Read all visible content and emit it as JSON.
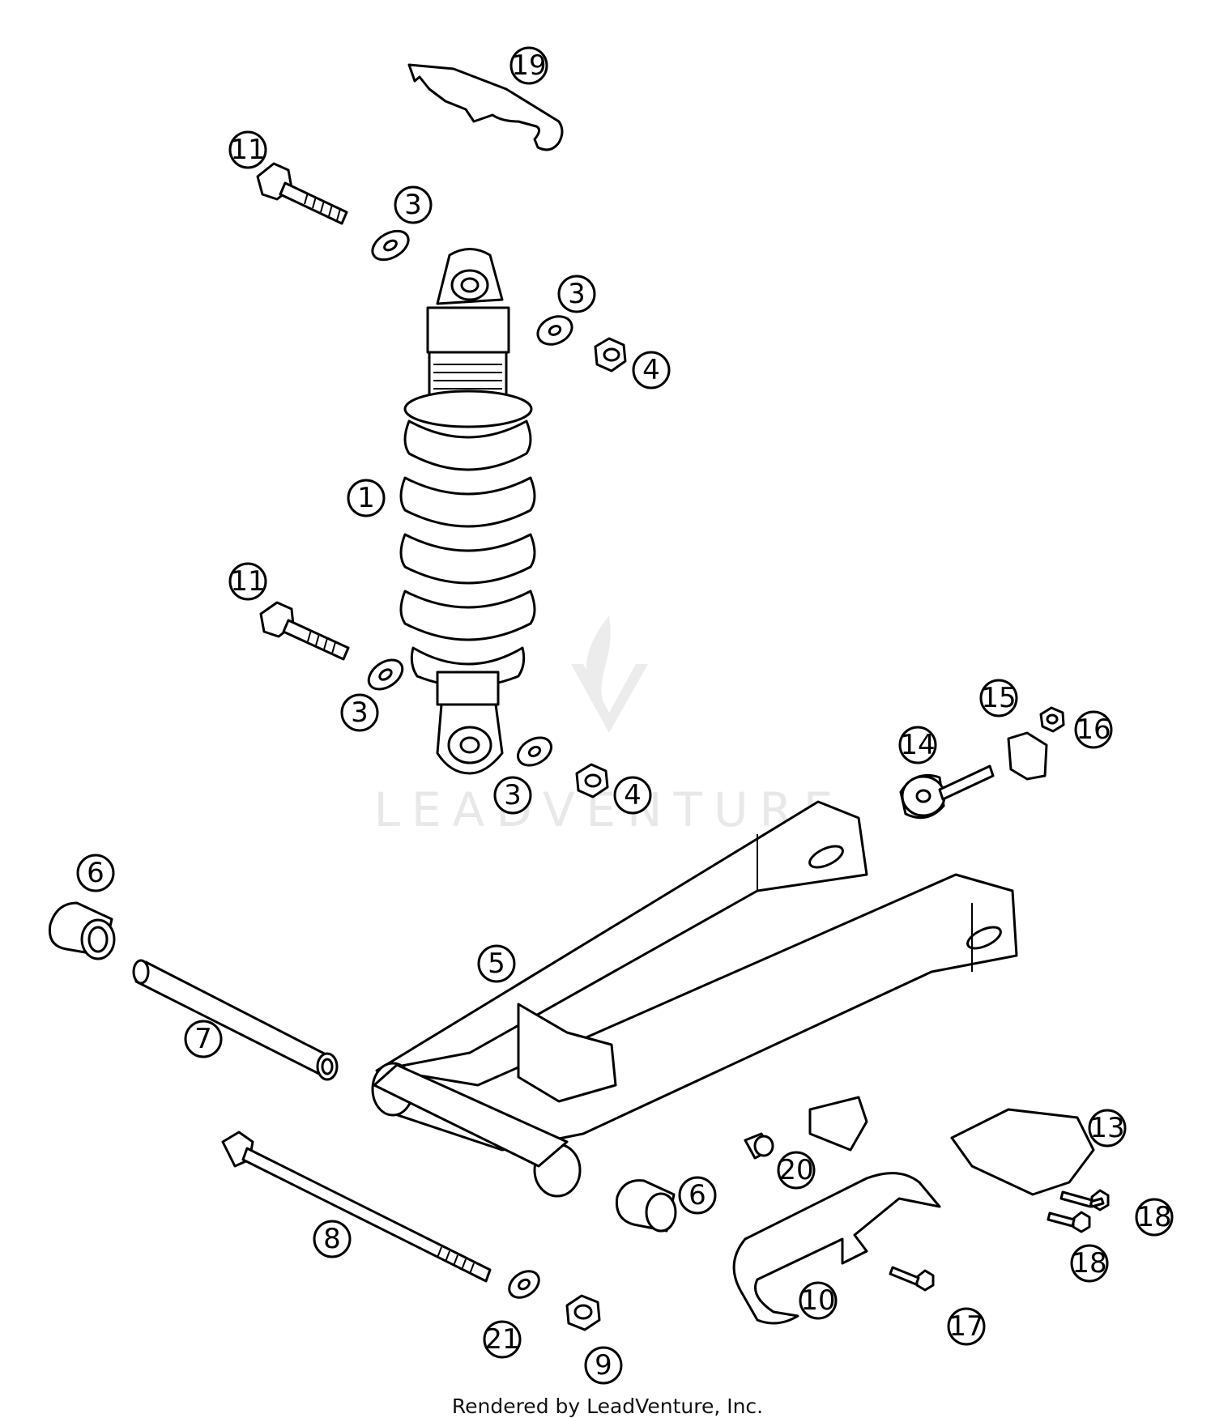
{
  "watermark": {
    "text": "LEADVENTURE",
    "icon": "leadventure-flame-logo"
  },
  "footer": "Rendered by LeadVenture, Inc.",
  "callouts": [
    {
      "id": "c19",
      "label": "19"
    },
    {
      "id": "c11a",
      "label": "11"
    },
    {
      "id": "c3a",
      "label": "3"
    },
    {
      "id": "c3b",
      "label": "3"
    },
    {
      "id": "c4a",
      "label": "4"
    },
    {
      "id": "c1",
      "label": "1"
    },
    {
      "id": "c11b",
      "label": "11"
    },
    {
      "id": "c3c",
      "label": "3"
    },
    {
      "id": "c15",
      "label": "15"
    },
    {
      "id": "c16",
      "label": "16"
    },
    {
      "id": "c14",
      "label": "14"
    },
    {
      "id": "c3d",
      "label": "3"
    },
    {
      "id": "c4b",
      "label": "4"
    },
    {
      "id": "c6a",
      "label": "6"
    },
    {
      "id": "c5",
      "label": "5"
    },
    {
      "id": "c7",
      "label": "7"
    },
    {
      "id": "c13",
      "label": "13"
    },
    {
      "id": "c20",
      "label": "20"
    },
    {
      "id": "c6b",
      "label": "6"
    },
    {
      "id": "c18a",
      "label": "18"
    },
    {
      "id": "c8",
      "label": "8"
    },
    {
      "id": "c18b",
      "label": "18"
    },
    {
      "id": "c10",
      "label": "10"
    },
    {
      "id": "c17",
      "label": "17"
    },
    {
      "id": "c21",
      "label": "21"
    },
    {
      "id": "c9",
      "label": "9"
    }
  ]
}
